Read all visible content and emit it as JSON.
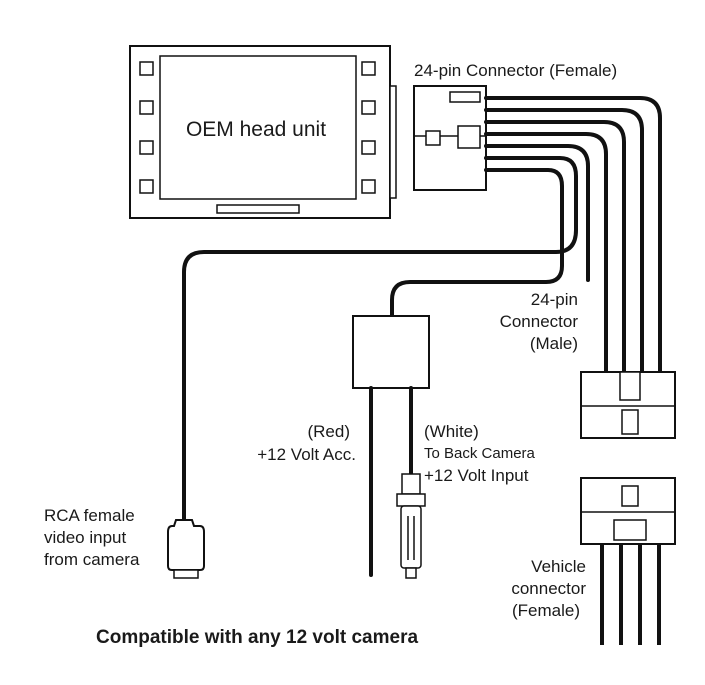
{
  "labels": {
    "head_unit": "OEM head unit",
    "connector_female_top": "24-pin Connector (Female)",
    "connector_male": [
      "24-pin",
      "Connector",
      "(Male)"
    ],
    "red_wire": [
      "(Red)",
      "+12 Volt Acc."
    ],
    "white_wire": [
      "(White)",
      "To Back Camera",
      "+12 Volt Input"
    ],
    "rca": [
      "RCA female",
      "video input",
      "from camera"
    ],
    "vehicle_connector": [
      "Vehicle",
      "connector",
      "(Female)"
    ],
    "footer": "Compatible with any 12 volt camera"
  }
}
